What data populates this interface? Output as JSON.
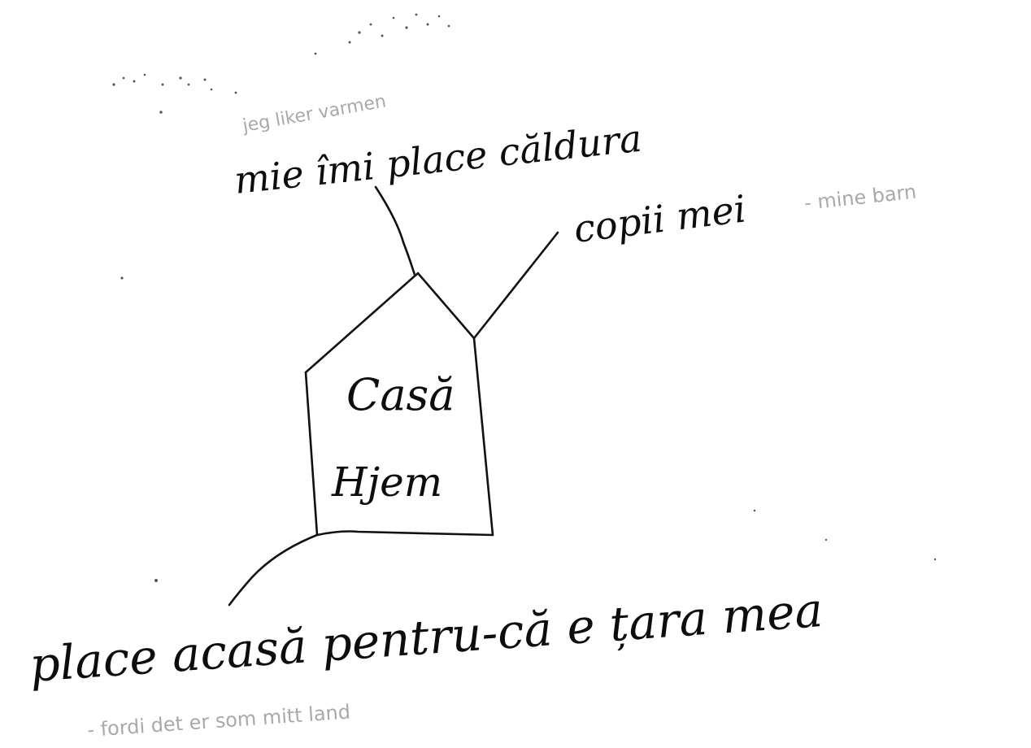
{
  "drawing": {
    "subject": "house",
    "ink_color": "#111111",
    "pencil_color": "#a9a9a9",
    "paper_color": "#ffffff"
  },
  "house": {
    "label_romanian": "Casă",
    "label_norwegian": "Hjem"
  },
  "annotations": {
    "top": {
      "romanian": "mie îmi place căldura",
      "norwegian": "jeg liker varmen"
    },
    "right": {
      "romanian": "copii mei",
      "norwegian": "- mine barn"
    },
    "bottom": {
      "romanian": "place acasă pentru-că e țara mea",
      "norwegian": "- fordi det er som mitt land"
    }
  }
}
